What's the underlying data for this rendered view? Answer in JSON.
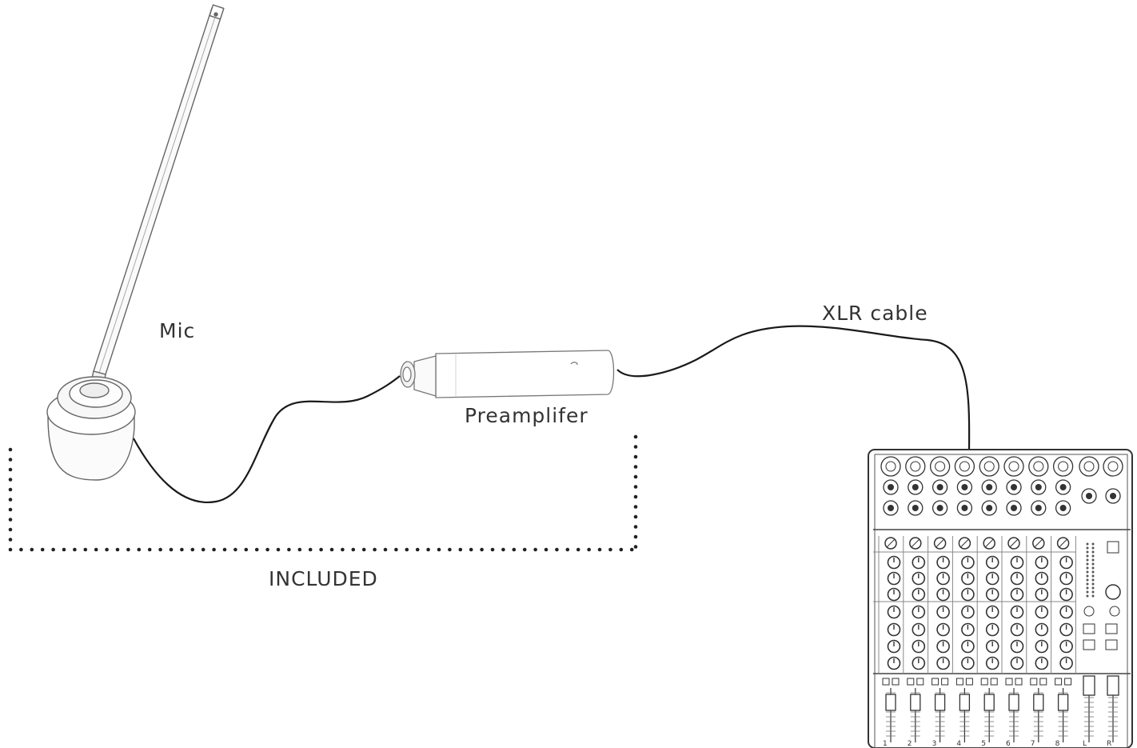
{
  "labels": {
    "mic": "Mic",
    "preamplifier": "Preamplifer",
    "xlr_cable": "XLR cable",
    "included": "INCLUDED"
  },
  "mixer": {
    "channel_numbers": [
      "1",
      "2",
      "3",
      "4",
      "5",
      "6",
      "7",
      "8"
    ],
    "stereo_labels": [
      "L",
      "R"
    ]
  },
  "colors": {
    "line": "#1a1a1a",
    "text": "#333333",
    "outline": "#666666"
  }
}
